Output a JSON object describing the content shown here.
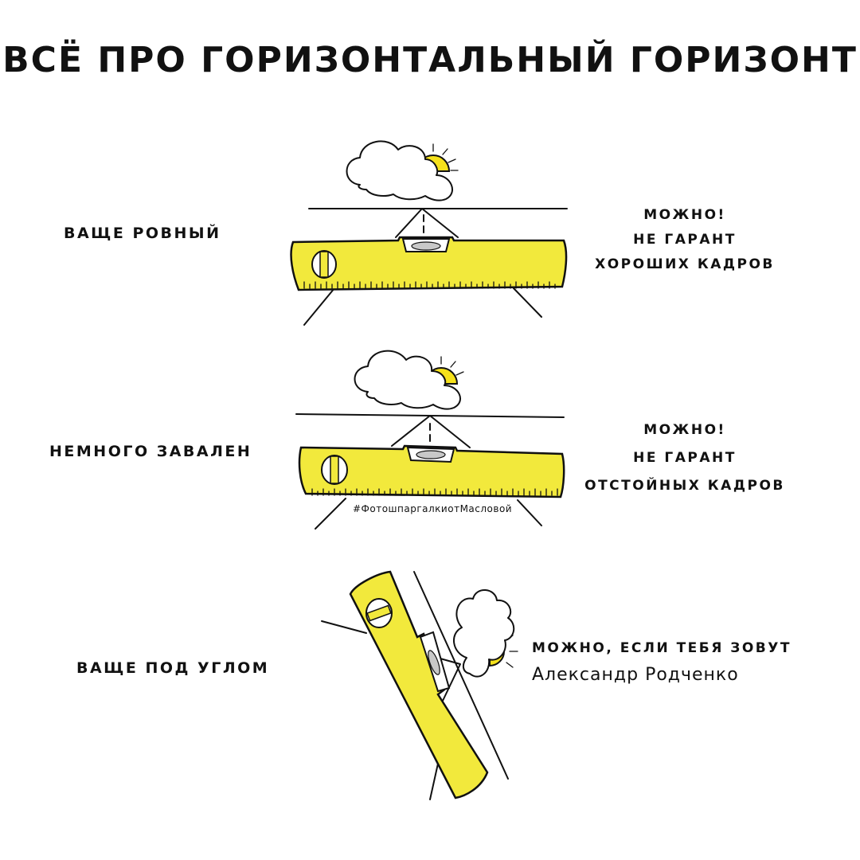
{
  "title": "Всё про горизонтальный горизонт",
  "sections": [
    {
      "label": "Ваще ровный",
      "note": [
        "можно!",
        "не гарант",
        "хороших кадров"
      ]
    },
    {
      "label": "Немного завален",
      "note": [
        "можно!",
        "не гарант",
        "отстойных кадров"
      ],
      "hashtag": "#ФотошпаргалкиотМасловой"
    },
    {
      "label": "Ваще под углом",
      "note": [
        "можно, если тебя зовут",
        "Александр Родченко"
      ]
    }
  ],
  "colors": {
    "level_yellow": "#f2e93c",
    "sun_yellow": "#f6e21b",
    "ink": "#111111"
  }
}
